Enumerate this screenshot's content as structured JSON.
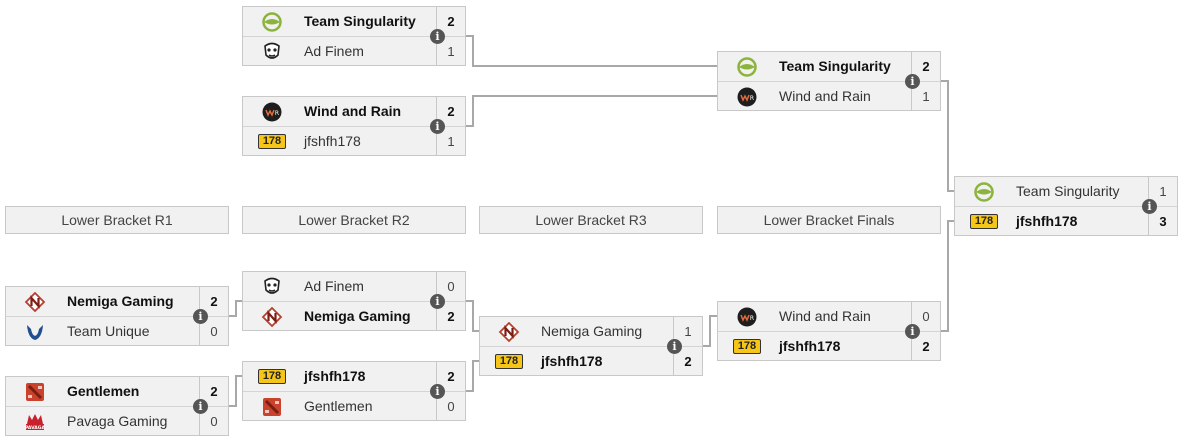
{
  "headers": [
    "Lower Bracket R1",
    "Lower Bracket R2",
    "Lower Bracket R3",
    "Lower Bracket Finals"
  ],
  "matches": [
    {
      "id": "ub-semi-1",
      "teams": [
        {
          "name": "Team Singularity",
          "score": "2",
          "icon": "singularity-logo",
          "win": true
        },
        {
          "name": "Ad Finem",
          "score": "1",
          "icon": "ad-finem-logo",
          "win": false
        }
      ]
    },
    {
      "id": "ub-semi-2",
      "teams": [
        {
          "name": "Wind and Rain",
          "score": "2",
          "icon": "wind-and-rain-logo",
          "win": true
        },
        {
          "name": "jfshfh178",
          "score": "1",
          "icon": "178-logo",
          "win": false
        }
      ]
    },
    {
      "id": "ub-final",
      "teams": [
        {
          "name": "Team Singularity",
          "score": "2",
          "icon": "singularity-logo",
          "win": true
        },
        {
          "name": "Wind and Rain",
          "score": "1",
          "icon": "wind-and-rain-logo",
          "win": false
        }
      ]
    },
    {
      "id": "grand-final",
      "teams": [
        {
          "name": "Team Singularity",
          "score": "1",
          "icon": "singularity-logo",
          "win": false
        },
        {
          "name": "jfshfh178",
          "score": "3",
          "icon": "178-logo",
          "win": true
        }
      ]
    },
    {
      "id": "lb-r1-1",
      "teams": [
        {
          "name": "Nemiga Gaming",
          "score": "2",
          "icon": "nemiga-logo",
          "win": true
        },
        {
          "name": "Team Unique",
          "score": "0",
          "icon": "team-unique-logo",
          "win": false
        }
      ]
    },
    {
      "id": "lb-r1-2",
      "teams": [
        {
          "name": "Gentlemen",
          "score": "2",
          "icon": "dota2-logo",
          "win": true
        },
        {
          "name": "Pavaga Gaming",
          "score": "0",
          "icon": "pavaga-logo",
          "win": false
        }
      ]
    },
    {
      "id": "lb-r2-1",
      "teams": [
        {
          "name": "Ad Finem",
          "score": "0",
          "icon": "ad-finem-logo",
          "win": false
        },
        {
          "name": "Nemiga Gaming",
          "score": "2",
          "icon": "nemiga-logo",
          "win": true
        }
      ]
    },
    {
      "id": "lb-r2-2",
      "teams": [
        {
          "name": "jfshfh178",
          "score": "2",
          "icon": "178-logo",
          "win": true
        },
        {
          "name": "Gentlemen",
          "score": "0",
          "icon": "dota2-logo",
          "win": false
        }
      ]
    },
    {
      "id": "lb-r3",
      "teams": [
        {
          "name": "Nemiga Gaming",
          "score": "1",
          "icon": "nemiga-logo",
          "win": false
        },
        {
          "name": "jfshfh178",
          "score": "2",
          "icon": "178-logo",
          "win": true
        }
      ]
    },
    {
      "id": "lb-final",
      "teams": [
        {
          "name": "Wind and Rain",
          "score": "0",
          "icon": "wind-and-rain-logo",
          "win": false
        },
        {
          "name": "jfshfh178",
          "score": "2",
          "icon": "178-logo",
          "win": true
        }
      ]
    }
  ],
  "badge_text": "178",
  "info_glyph": "i",
  "colors": {
    "connector": "#a8a8a8",
    "box_bg": "#f1f1f1",
    "border": "#c8c8c8",
    "badge": "#f5c518",
    "info": "#555555"
  }
}
